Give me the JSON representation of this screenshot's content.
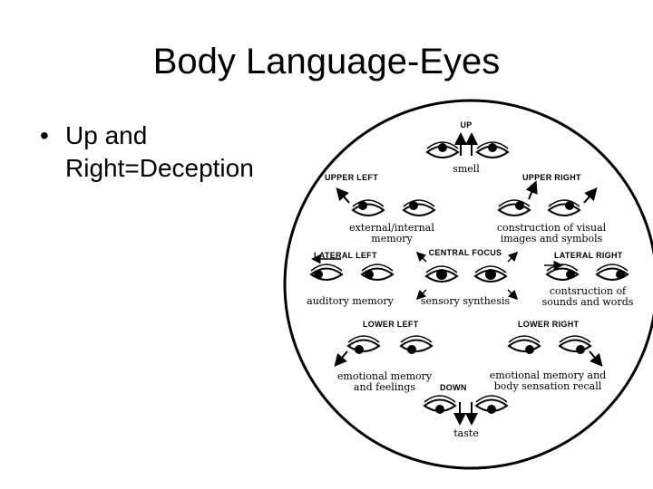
{
  "slide": {
    "title": "Body Language-Eyes",
    "bullet": "Up and Right=Deception"
  },
  "diagram": {
    "up": "UP",
    "smell": "smell",
    "upper_left": "UPPER LEFT",
    "upper_right": "UPPER RIGHT",
    "external_internal": "external/internal",
    "memory": "memory",
    "construction_visual": "construction of visual",
    "images_symbols": "images and symbols",
    "lateral_left": "LATERAL LEFT",
    "central_focus": "CENTRAL FOCUS",
    "lateral_right": "LATERAL RIGHT",
    "auditory_memory": "auditory memory",
    "sensory_synthesis": "sensory synthesis",
    "contsruction_of": "contsruction of",
    "sounds_words": "sounds and words",
    "lower_left": "LOWER LEFT",
    "lower_right": "LOWER RIGHT",
    "emotional_memory": "emotional memory",
    "and_feelings": "and feelings",
    "down": "DOWN",
    "emotional_memory_and": "emotional memory and",
    "body_sensation": "body sensation recall",
    "taste": "taste"
  }
}
